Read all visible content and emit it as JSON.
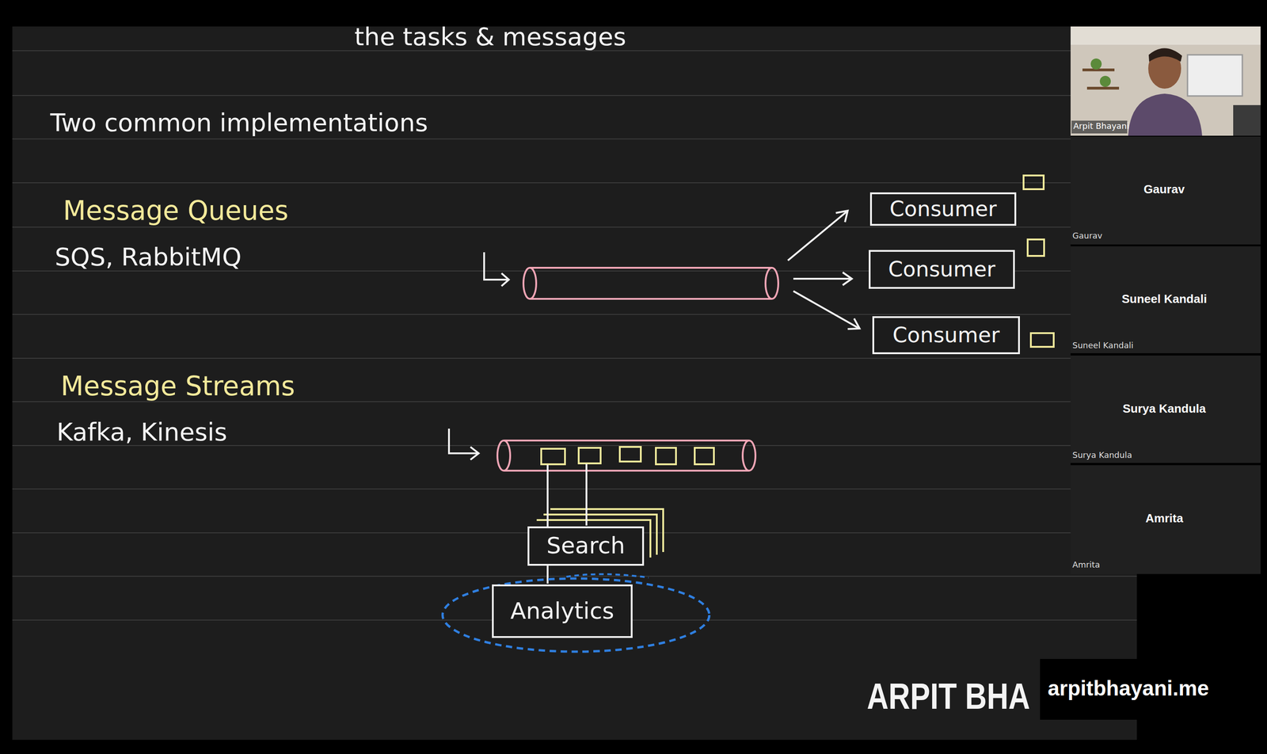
{
  "diagram": {
    "title": "the tasks & messages",
    "nodes": [
      {
        "text": [
          "Consumer"
        ]
      },
      {
        "text": [
          "Consumer"
        ]
      },
      {
        "text": [
          "Consumer"
        ]
      },
      {
        "text": [
          "Search"
        ]
      },
      {
        "text": [
          "Analytics"
        ]
      }
    ],
    "labels": [
      "Two common implementations",
      "Message Queues",
      "SQS, RabbitMQ",
      "Message Streams",
      "Kafka, Kinesis",
      "Arpit Bhayani",
      "Gaurav",
      "Gaurav",
      "Suneel Kandali",
      "Suneel Kandali",
      "Surya Kandula",
      "Surya Kandula",
      "Amrita",
      "Amrita",
      "ARPIT BHA",
      "arpitbhayani.me"
    ]
  }
}
